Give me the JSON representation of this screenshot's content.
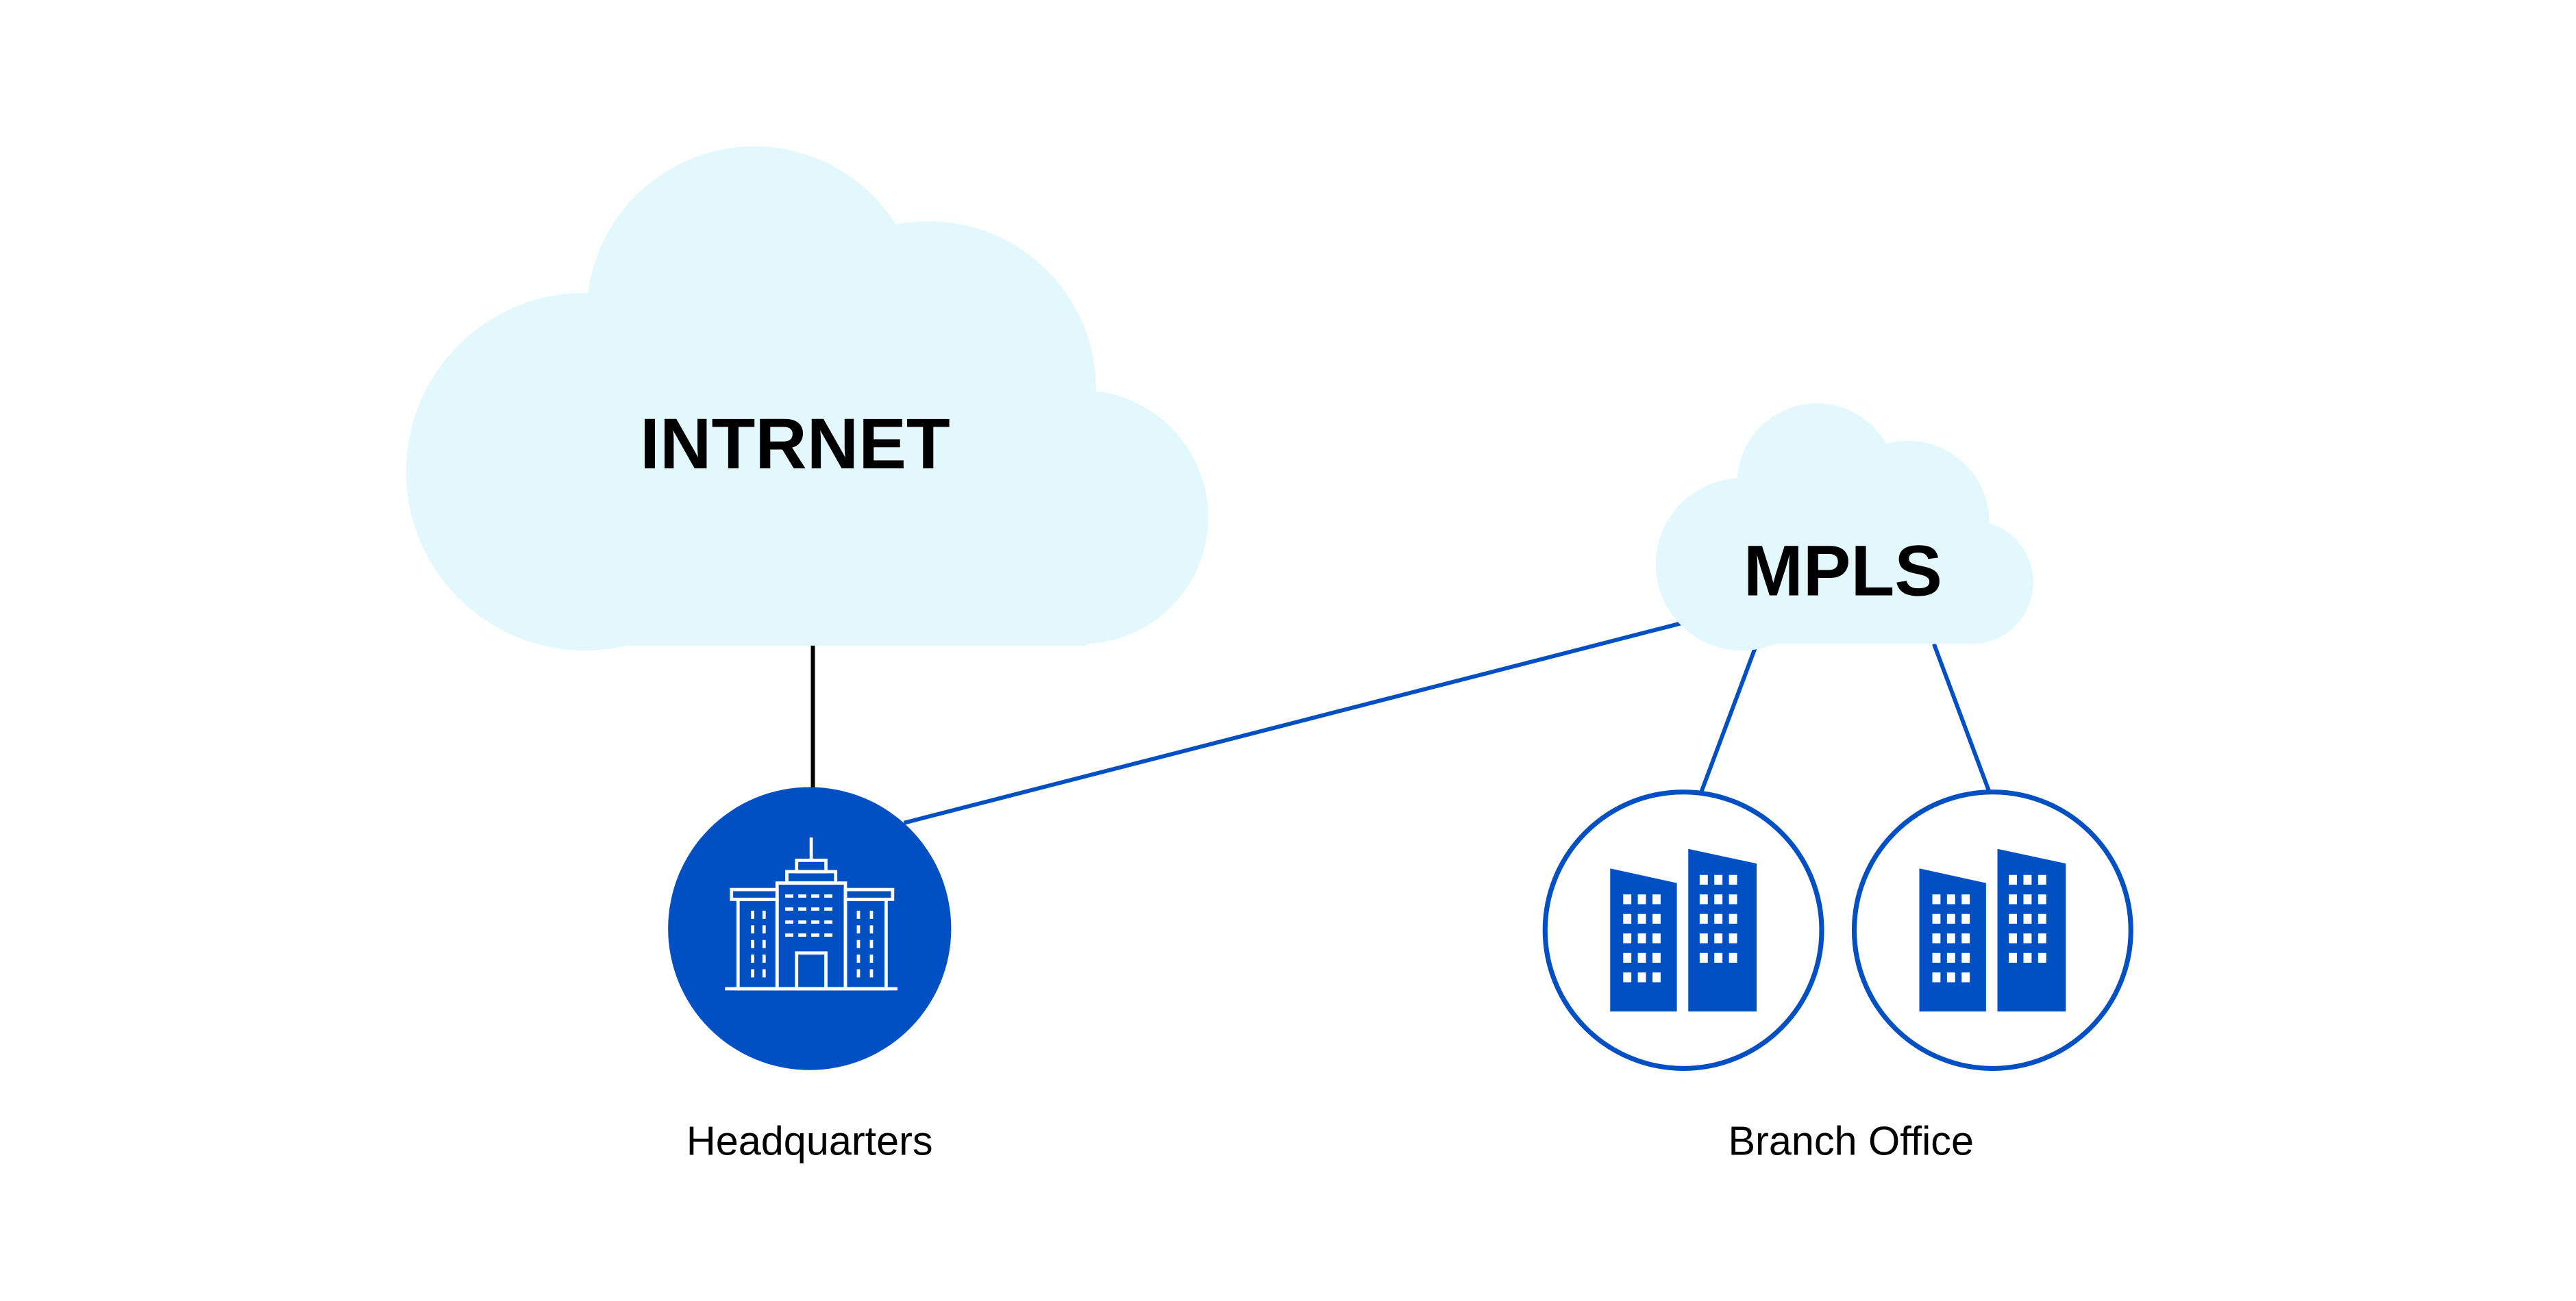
{
  "colors": {
    "cloud_fill": "#e3f8fd",
    "brand_blue": "#0050c4",
    "line_black": "#000000",
    "background": "#ffffff"
  },
  "clouds": {
    "internet": {
      "label": "INTRNET"
    },
    "mpls": {
      "label": "MPLS"
    }
  },
  "nodes": {
    "headquarters": {
      "label": "Headquarters",
      "icon": "office-building-icon"
    },
    "branch_office": {
      "label": "Branch Office",
      "icon": "twin-towers-icon"
    }
  },
  "links": [
    {
      "from": "internet",
      "to": "headquarters"
    },
    {
      "from": "mpls",
      "to": "headquarters"
    },
    {
      "from": "mpls",
      "to": "branch-office-1"
    },
    {
      "from": "mpls",
      "to": "branch-office-2"
    }
  ]
}
